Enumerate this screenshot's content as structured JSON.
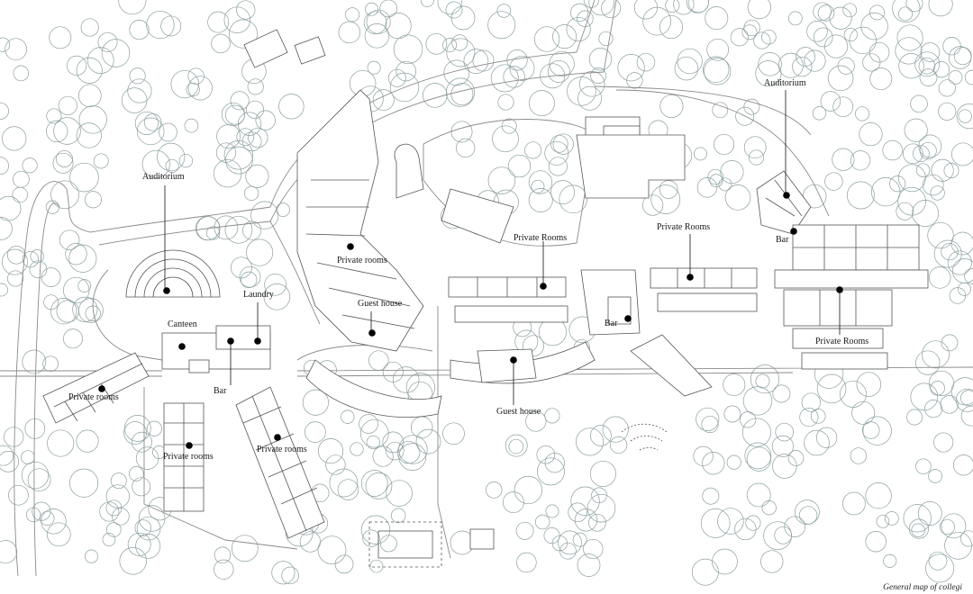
{
  "title": "General map of collegi",
  "colors": {
    "tree_stroke": "#8c9f9f",
    "ink": "#111111",
    "paper": "#ffffff"
  },
  "labels": [
    {
      "id": "auditorium-west",
      "text": "Auditorium"
    },
    {
      "id": "canteen",
      "text": "Canteen"
    },
    {
      "id": "laundry",
      "text": "Laundry"
    },
    {
      "id": "bar-west",
      "text": "Bar"
    },
    {
      "id": "private-rooms-sw1",
      "text": "Private rooms"
    },
    {
      "id": "private-rooms-sw2",
      "text": "Private rooms"
    },
    {
      "id": "private-rooms-sw3",
      "text": "Private rooms"
    },
    {
      "id": "private-rooms-center",
      "text": "Private rooms"
    },
    {
      "id": "guest-house-center",
      "text": "Guest house"
    },
    {
      "id": "guest-house-south",
      "text": "Guest house"
    },
    {
      "id": "private-rooms-mid",
      "text": "Private Rooms"
    },
    {
      "id": "bar-center",
      "text": "Bar"
    },
    {
      "id": "private-rooms-east",
      "text": "Private Rooms"
    },
    {
      "id": "auditorium-east",
      "text": "Auditorium"
    },
    {
      "id": "bar-east",
      "text": "Bar"
    },
    {
      "id": "private-rooms-far-east",
      "text": "Private Rooms"
    }
  ]
}
